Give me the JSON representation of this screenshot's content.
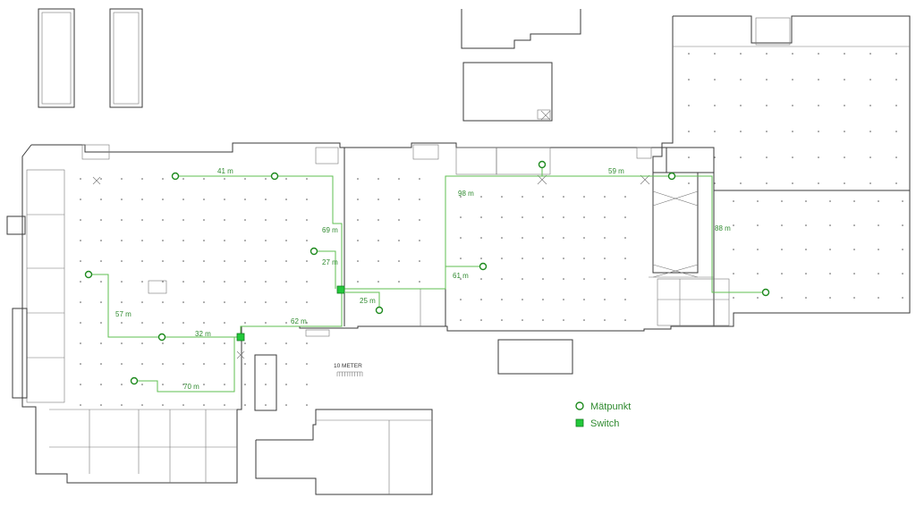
{
  "legend": {
    "measure_point_label": "Mätpunkt",
    "switch_label": "Switch"
  },
  "scale_label": "10 METER",
  "colors": {
    "cable": "#5fbf52",
    "measure_point": "#1e8a1e",
    "switch": "#22c93a",
    "walls": "#3a3a3a"
  },
  "cable_distances": [
    {
      "id": "d41",
      "label": "41 m"
    },
    {
      "id": "d69",
      "label": "69 m"
    },
    {
      "id": "d27",
      "label": "27 m"
    },
    {
      "id": "d57",
      "label": "57 m"
    },
    {
      "id": "d32",
      "label": "32 m"
    },
    {
      "id": "d62",
      "label": "62 m"
    },
    {
      "id": "d70",
      "label": "70 m"
    },
    {
      "id": "d25",
      "label": "25 m"
    },
    {
      "id": "d98",
      "label": "98 m"
    },
    {
      "id": "d61",
      "label": "61 m"
    },
    {
      "id": "d59",
      "label": "59 m"
    },
    {
      "id": "d88",
      "label": "88 m"
    }
  ]
}
